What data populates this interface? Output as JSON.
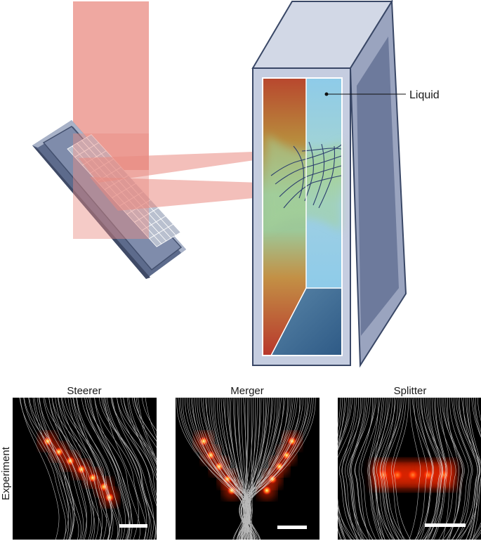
{
  "labels": {
    "liquid": "Liquid",
    "row_label": "Experiment"
  },
  "panels": [
    {
      "title": "Steerer"
    },
    {
      "title": "Merger"
    },
    {
      "title": "Splitter"
    }
  ],
  "colors": {
    "laser_beam": "#e98b82",
    "slm_body": "#8593b0",
    "cell_frame": "#c5cde0",
    "liquid_blue": "#8ecbe9",
    "panel_background": "#000000",
    "glow": "#ff3a10",
    "streamlines": "#e8e8e8"
  }
}
